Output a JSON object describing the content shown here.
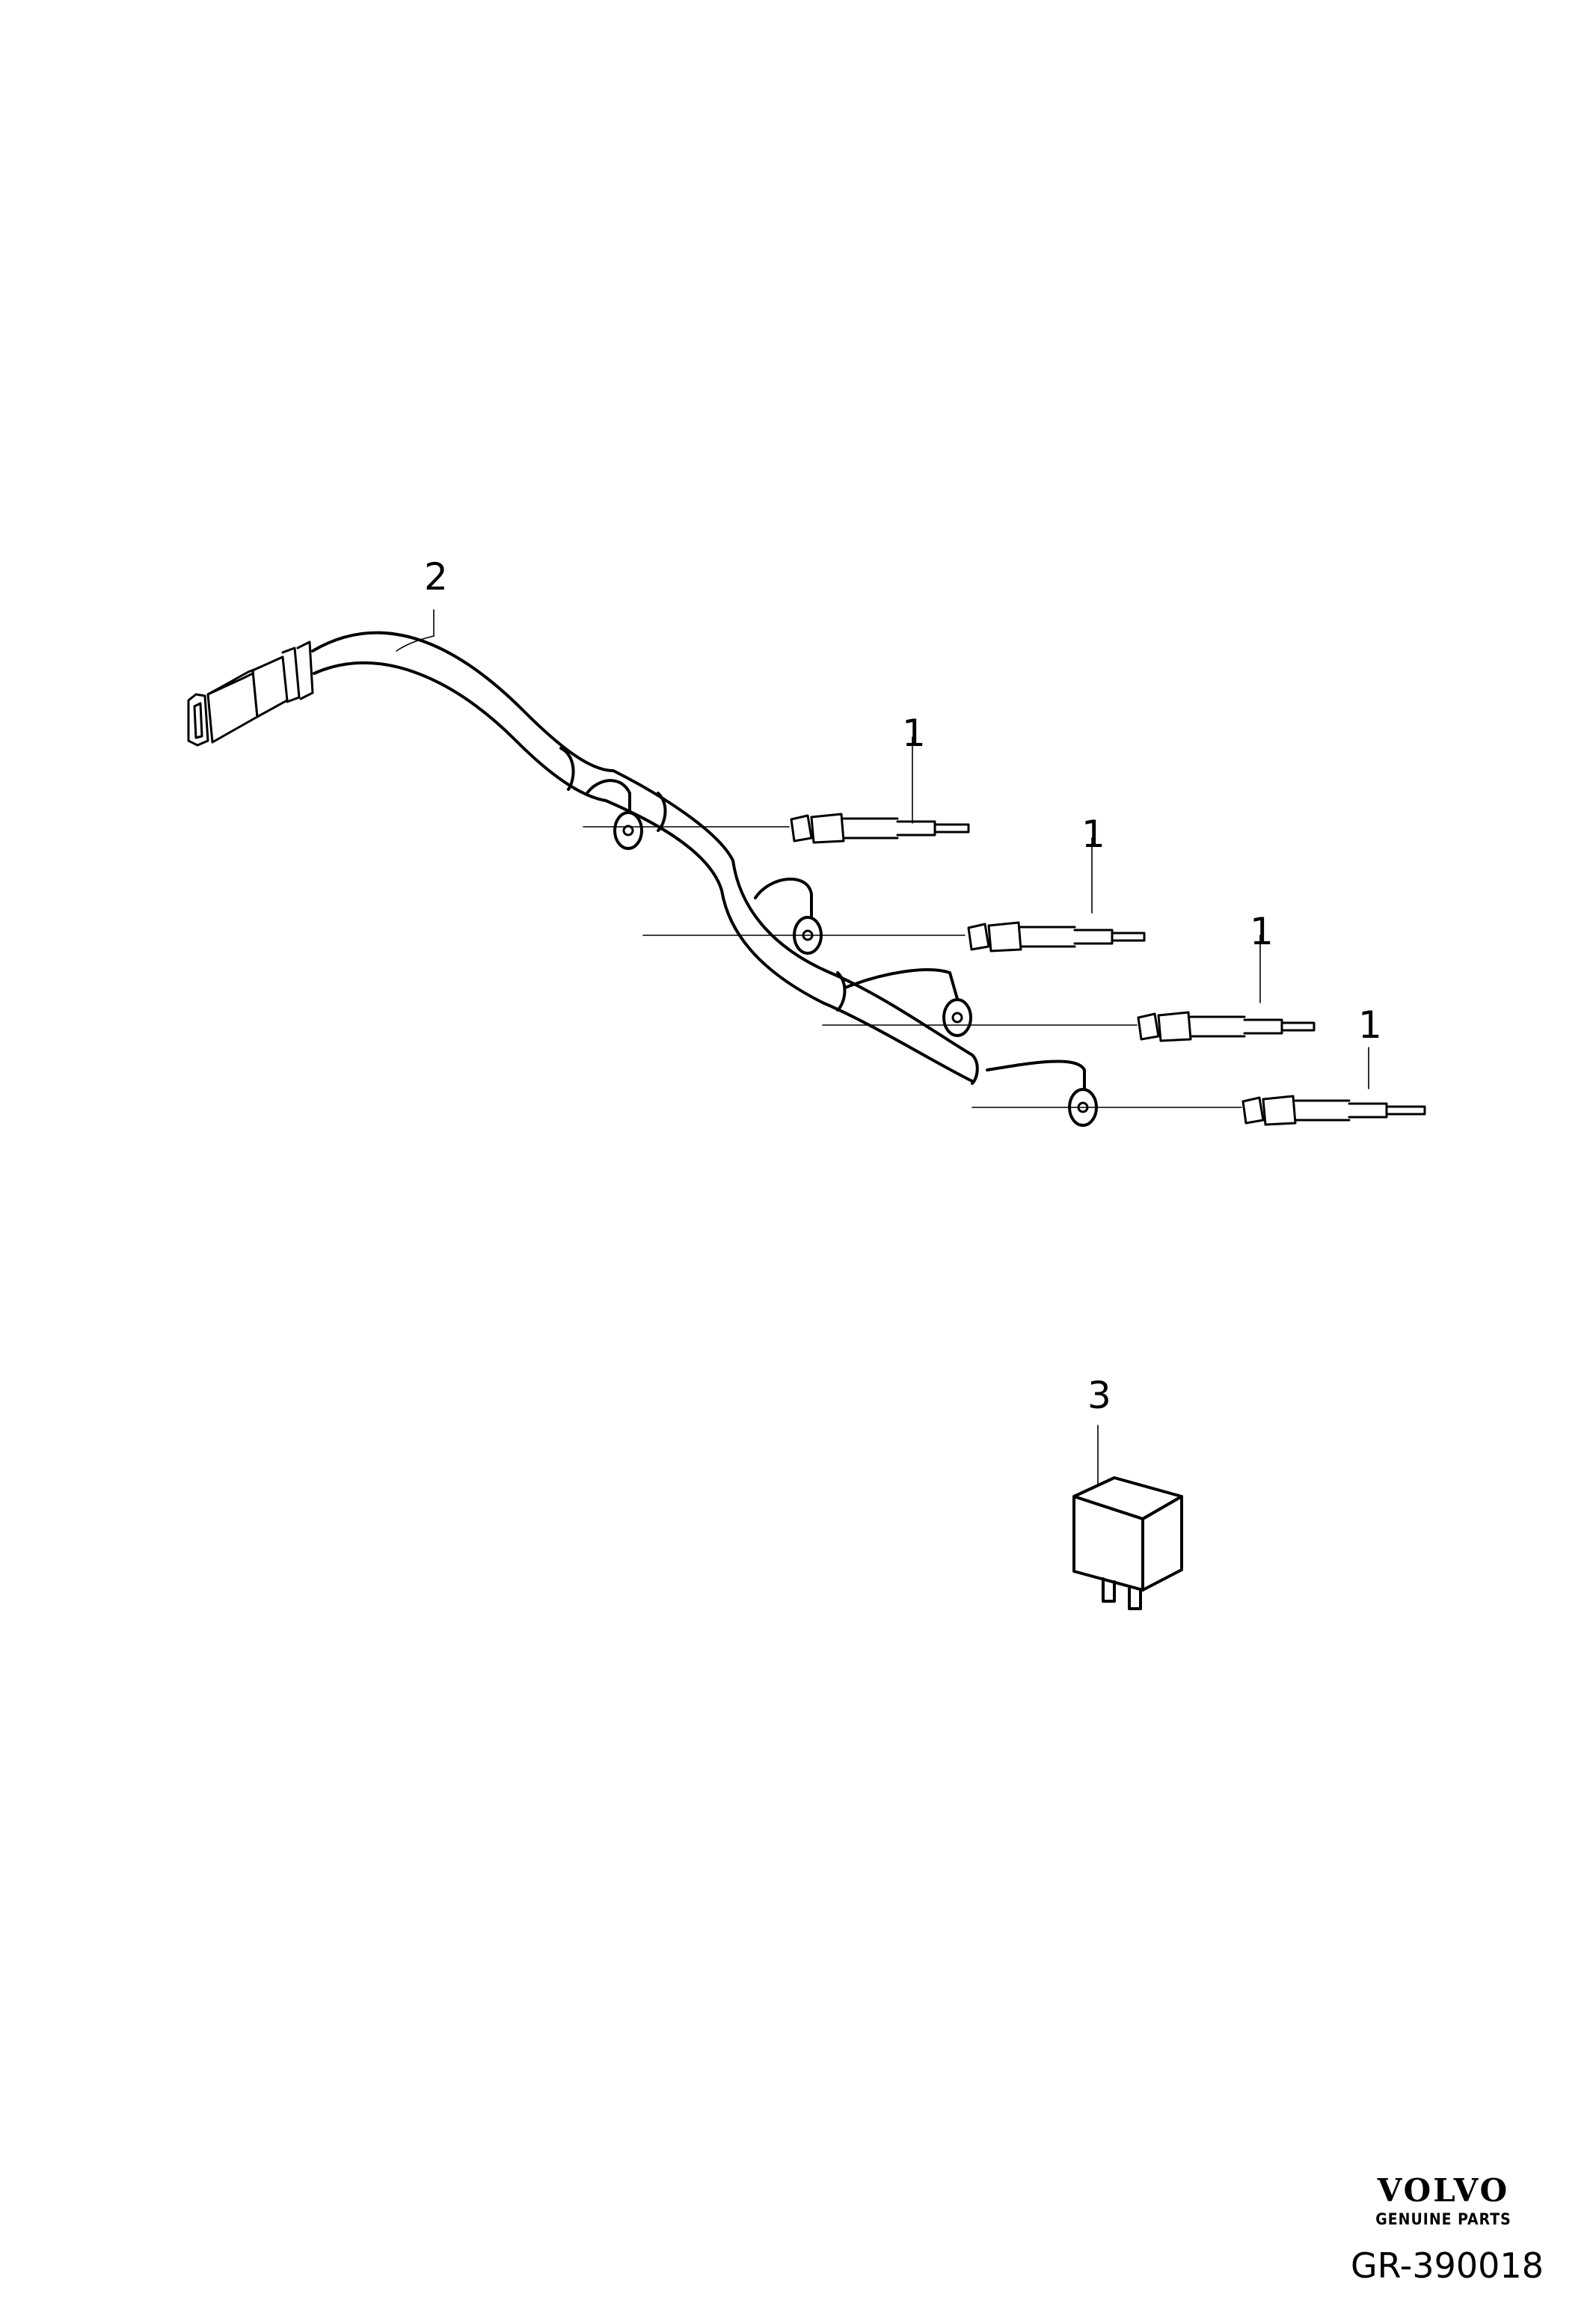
{
  "callouts": {
    "glow_plug_1": "1",
    "glow_plug_2": "1",
    "glow_plug_3": "1",
    "glow_plug_4": "1",
    "wiring_harness": "2",
    "relay": "3"
  },
  "brand": {
    "name": "VOLVO",
    "tagline": "GENUINE PARTS"
  },
  "figure_ref": "GR-390018"
}
